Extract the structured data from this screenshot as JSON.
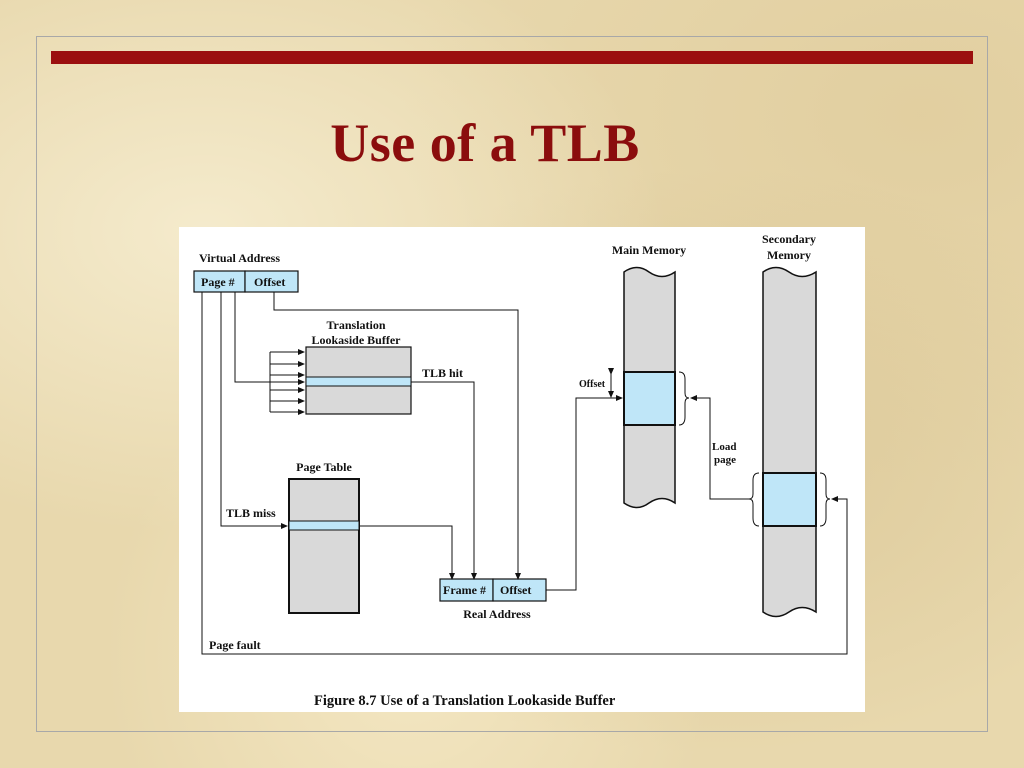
{
  "slide": {
    "title": "Use of a TLB"
  },
  "figure": {
    "virtual_address_label": "Virtual Address",
    "page_num_field": "Page #",
    "offset_field": "Offset",
    "tlb_title_line1": "Translation",
    "tlb_title_line2": "Lookaside Buffer",
    "tlb_hit": "TLB hit",
    "page_table_title": "Page Table",
    "tlb_miss": "TLB miss",
    "frame_num_field": "Frame #",
    "real_offset_field": "Offset",
    "real_address_label": "Real Address",
    "main_memory_label": "Main Memory",
    "secondary_memory_line1": "Secondary",
    "secondary_memory_line2": "Memory",
    "offset_marker": "Offset",
    "load_page_line1": "Load",
    "load_page_line2": "page",
    "page_fault": "Page fault",
    "caption": "Figure 8.7  Use of a Translation Lookaside Buffer"
  },
  "colors": {
    "accent_red": "#9b0f0f",
    "field_blue": "#bfe6f8",
    "block_gray": "#d9d9d9"
  }
}
